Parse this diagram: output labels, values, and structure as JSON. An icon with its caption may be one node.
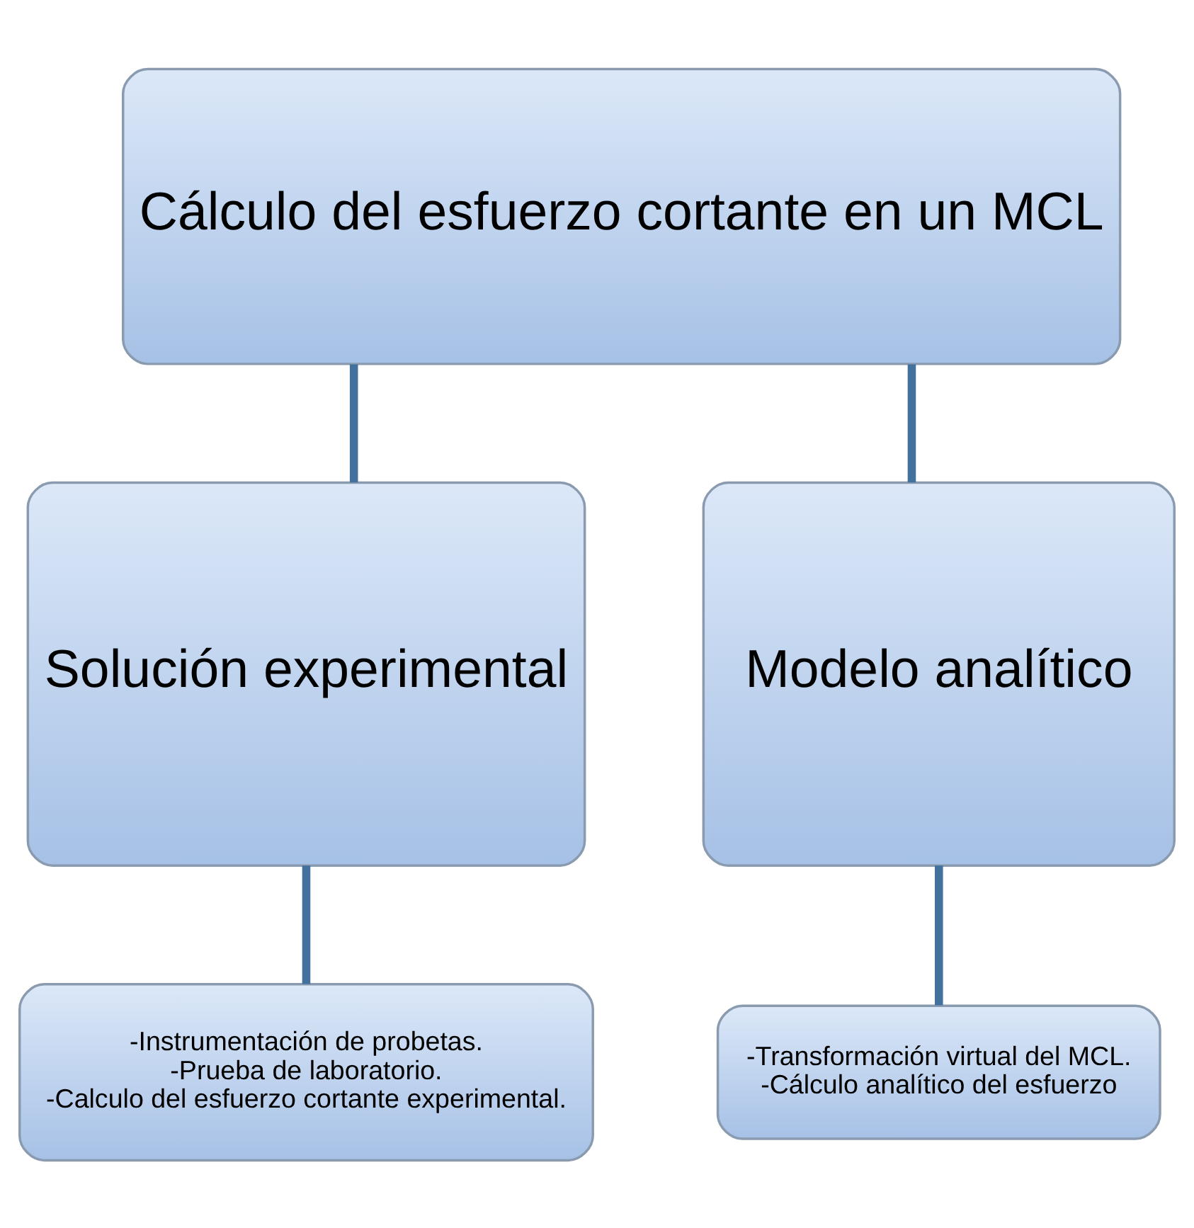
{
  "diagram": {
    "nodes": [
      {
        "text": [
          "Cálculo del esfuerzo cortante en un MCL"
        ]
      },
      {
        "text": [
          "Solución experimental"
        ]
      },
      {
        "text": [
          "Modelo analítico"
        ]
      },
      {
        "text": [
          "-Instrumentación de probetas.",
          "-Prueba de laboratorio.",
          "-Calculo del esfuerzo cortante experimental."
        ]
      },
      {
        "text": [
          "-Transformación virtual del MCL.",
          "-Cálculo analítico del esfuerzo"
        ]
      }
    ],
    "edges": [
      {
        "from": 0,
        "to": 1,
        "arrow": "none"
      },
      {
        "from": 0,
        "to": 2,
        "arrow": "none"
      },
      {
        "from": 1,
        "to": 3,
        "arrow": "none"
      },
      {
        "from": 2,
        "to": 4,
        "arrow": "none"
      }
    ]
  }
}
